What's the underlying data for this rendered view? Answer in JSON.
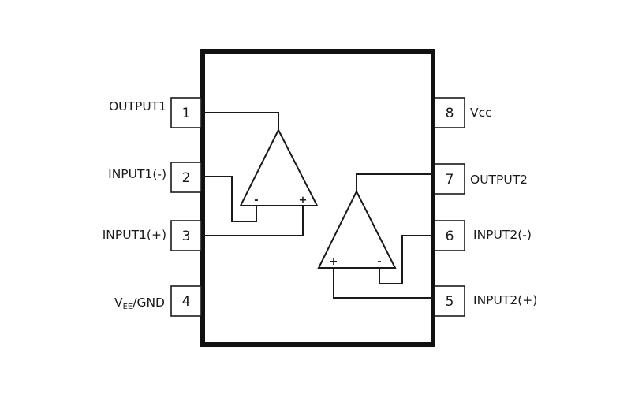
{
  "chip": {
    "pins": [
      {
        "number": "1",
        "label": "OUTPUT1"
      },
      {
        "number": "2",
        "label": "INPUT1(-)"
      },
      {
        "number": "3",
        "label": "INPUT1(+)"
      },
      {
        "number": "4",
        "label": "V",
        "label_sub": "EE",
        "label_rest": "/GND"
      },
      {
        "number": "5",
        "label": "INPUT2(+)"
      },
      {
        "number": "6",
        "label": "INPUT2(-)"
      },
      {
        "number": "7",
        "label": "OUTPUT2"
      },
      {
        "number": "8",
        "label": "Vcc"
      }
    ],
    "amplifier_1": {
      "minus": "-",
      "plus": "+"
    },
    "amplifier_2": {
      "plus": "+",
      "minus": "-"
    }
  }
}
